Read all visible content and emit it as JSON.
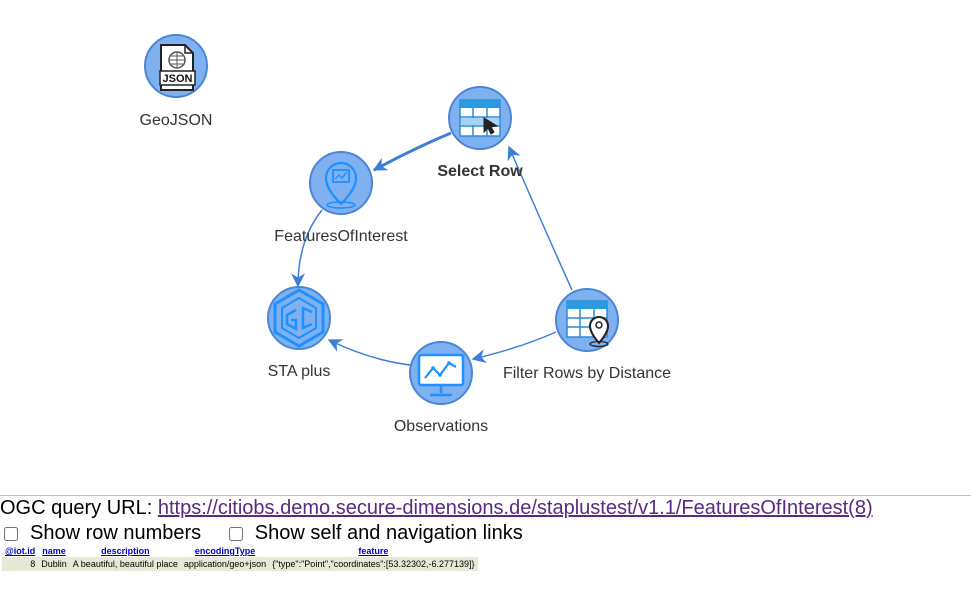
{
  "graph": {
    "nodes": {
      "geojson": {
        "label": "GeoJSON",
        "badge": "JSON",
        "icon": "geojson-file-icon"
      },
      "select_row": {
        "label": "Select Row",
        "icon": "table-select-row-icon"
      },
      "features": {
        "label": "FeaturesOfInterest",
        "icon": "location-pin-chart-icon"
      },
      "sta_plus": {
        "label": "STA plus",
        "icon": "sta-plus-logo-icon"
      },
      "observations": {
        "label": "Observations",
        "icon": "monitor-chart-icon"
      },
      "filter_rows": {
        "label": "Filter Rows by Distance",
        "icon": "table-location-filter-icon"
      }
    },
    "colors": {
      "edge": "#3d7fd6",
      "node_fill": "#7fb0f0",
      "node_stroke": "#4a86d8",
      "icon": "#1e90ff"
    }
  },
  "query": {
    "label": "OGC query URL: ",
    "url": "https://citiobs.demo.secure-dimensions.de/staplustest/v1.1/FeaturesOfInterest(8)"
  },
  "options": {
    "show_row_numbers": "Show row numbers",
    "show_links": "Show self and navigation links"
  },
  "table": {
    "columns": [
      "@iot.id",
      "name",
      "description",
      "encodingType",
      "feature"
    ],
    "rows": [
      [
        "8",
        "Dublin",
        "A beautiful, beautiful place",
        "application/geo+json",
        "{\"type\":\"Point\",\"coordinates\":[53.32302,-6.277139]}"
      ]
    ]
  }
}
